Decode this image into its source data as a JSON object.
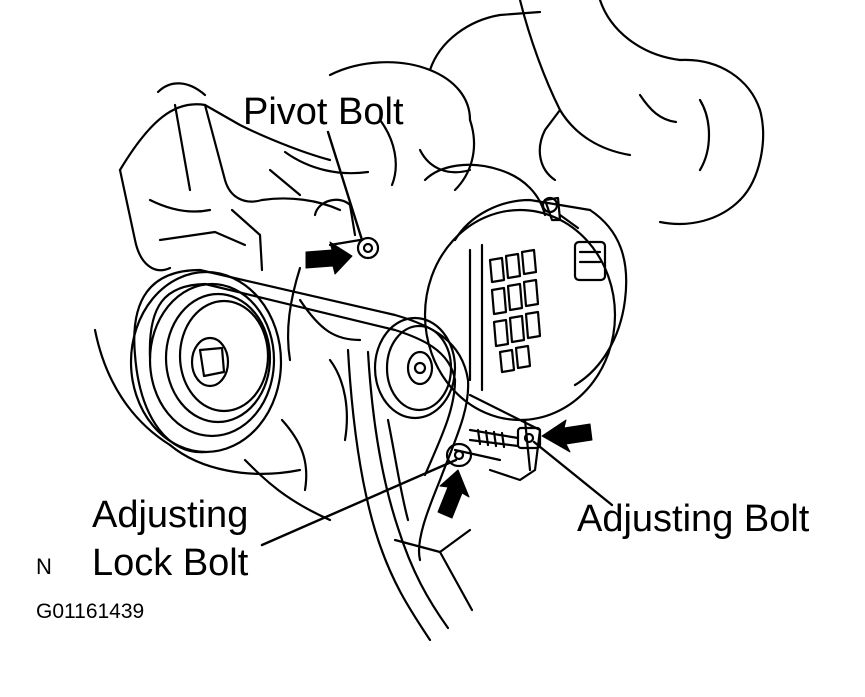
{
  "labels": {
    "pivot_bolt": "Pivot Bolt",
    "adjusting_bolt": "Adjusting Bolt",
    "adjusting_lock_bolt_line1": "Adjusting",
    "adjusting_lock_bolt_line2": "Lock Bolt",
    "orientation_letter": "N",
    "figure_code": "G01161439"
  },
  "colors": {
    "ink": "#000000",
    "paper": "#ffffff"
  },
  "icons": [
    "pointer-arrow-icon"
  ]
}
